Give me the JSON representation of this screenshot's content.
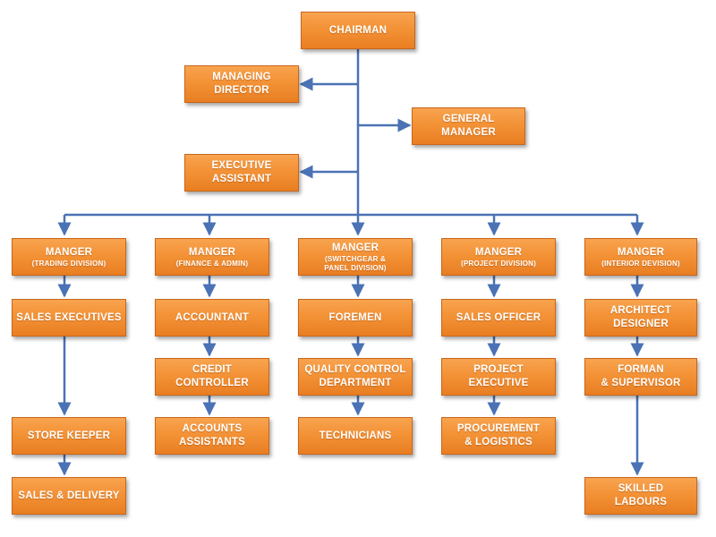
{
  "colors": {
    "box_fill": "#f39236",
    "box_border": "#c9661b",
    "connector": "#4a72b5",
    "text": "#ffffff"
  },
  "top": {
    "chairman": "CHAIRMAN",
    "managing_director": [
      "MANAGING",
      "DIRECTOR"
    ],
    "general_manager": [
      "GENERAL",
      "MANAGER"
    ],
    "executive_assistant": [
      "EXECUTIVE",
      "ASSISTANT"
    ]
  },
  "divisions": [
    {
      "manager": "MANGER",
      "sub": [
        "(TRADING DIVISION)"
      ],
      "roles": [
        [
          "SALES EXECUTIVES"
        ],
        [
          "STORE KEEPER"
        ],
        [
          "SALES & DELIVERY"
        ]
      ]
    },
    {
      "manager": "MANGER",
      "sub": [
        "(FINANCE & ADMIN)"
      ],
      "roles": [
        [
          "ACCOUNTANT"
        ],
        [
          "CREDIT",
          "CONTROLLER"
        ],
        [
          "ACCOUNTS",
          "ASSISTANTS"
        ]
      ]
    },
    {
      "manager": "MANGER",
      "sub": [
        "(SWITCHGEAR &",
        "PANEL DIVISION)"
      ],
      "roles": [
        [
          "FOREMEN"
        ],
        [
          "QUALITY CONTROL",
          "DEPARTMENT"
        ],
        [
          "TECHNICIANS"
        ]
      ]
    },
    {
      "manager": "MANGER",
      "sub": [
        "(PROJECT DIVISION)"
      ],
      "roles": [
        [
          "SALES OFFICER"
        ],
        [
          "PROJECT",
          "EXECUTIVE"
        ],
        [
          "PROCUREMENT",
          "& LOGISTICS"
        ]
      ]
    },
    {
      "manager": "MANGER",
      "sub": [
        "(INTERIOR DEVISION)"
      ],
      "roles": [
        [
          "ARCHITECT",
          "DESIGNER"
        ],
        [
          "FORMAN",
          "& SUPERVISOR"
        ],
        [
          "SKILLED",
          "LABOURS"
        ]
      ]
    }
  ]
}
